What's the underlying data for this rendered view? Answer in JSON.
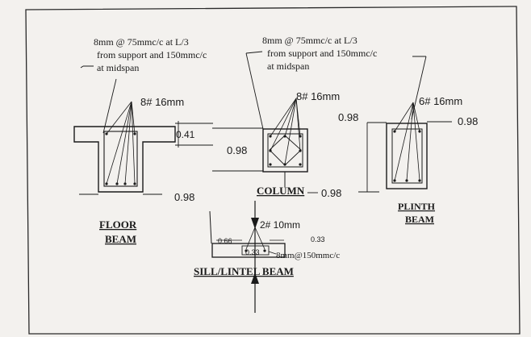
{
  "notes": {
    "left": [
      "8mm @ 75mmc/c at L/3",
      "from support and 150mmc/c",
      "at midspan"
    ],
    "right": [
      "8mm @ 75mmc/c at L/3",
      "from support and 150mmc/c",
      "at midspan"
    ]
  },
  "floor_beam": {
    "bars": "8# 16mm",
    "dim_flange": "0.41",
    "dim_width": "0.98",
    "title_lines": [
      "FLOOR",
      "BEAM"
    ]
  },
  "column": {
    "bars": "8# 16mm",
    "dim_left": "0.98",
    "dim_right": "0.98",
    "title": "COLUMN"
  },
  "plinth_beam": {
    "bars": "6# 16mm",
    "dim_top": "0.98",
    "dim_right": "0.98",
    "title_lines": [
      "PLINTH",
      "BEAM"
    ]
  },
  "sill_lintel": {
    "bars": "2# 10mm",
    "dim_left": "0.66",
    "dim_right": "0.33",
    "dim_center": "0.33",
    "stirrups": "8mm@150mmc/c",
    "title": "SILL/LINTEL BEAM"
  },
  "colors": {
    "ink": "#1a1a1a",
    "paper": "#f3f1ee"
  }
}
